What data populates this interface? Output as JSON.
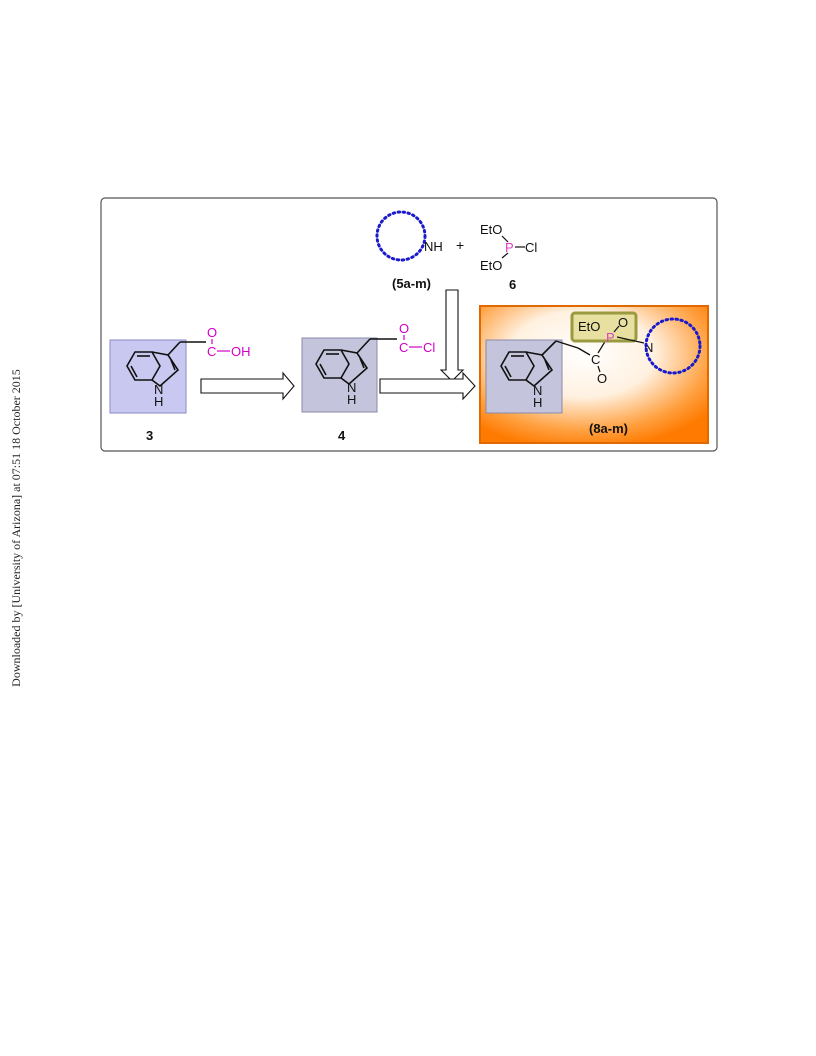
{
  "watermark": "Downloaded by [University of Arizona] at 07:51 18 October 2015",
  "scheme": {
    "compound_3_label": "3",
    "compound_4_label": "4",
    "amine_label": "(5a-m)",
    "phosphite_label": "6",
    "product_label": "(8a-m)",
    "plus_sign": "+",
    "atoms": {
      "nh_indole": "N",
      "h_indole": "H",
      "carbonyl_o": "O",
      "carbonyl_c": "C",
      "oh": "OH",
      "cl": "Cl",
      "amine_nh": "NH",
      "eto": "EtO",
      "p": "P",
      "n": "N"
    },
    "colors": {
      "indole_box": "#c8c8f0",
      "indole_box_grey": "#c4c4dc",
      "acid_group": "#d000c8",
      "ring_dashed": "#1a1acc",
      "product_bg": "#ff8c1a",
      "phosphonyl_box": "#c8c878"
    }
  }
}
